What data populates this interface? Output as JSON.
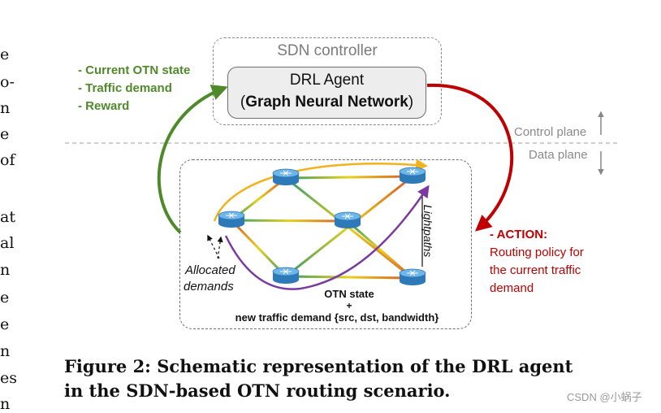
{
  "body_text_fragments": [
    "e",
    "o-",
    "n",
    "e",
    "of",
    "at",
    "al",
    "n",
    "e",
    "e",
    "n",
    "es",
    "n"
  ],
  "figure": {
    "controller_title": "SDN controller",
    "agent_line1": "DRL Agent",
    "agent_open_paren": "(",
    "agent_line2_bold": "Graph Neural Network",
    "agent_close_paren": ")",
    "inputs": [
      "- Current OTN state",
      "- Traffic demand",
      "- Reward"
    ],
    "control_plane": "Control plane",
    "data_plane": "Data plane",
    "action_title": "- ACTION:",
    "action_lines": [
      "Routing policy for",
      "the current traffic",
      "demand"
    ],
    "lightpaths": "Lightpaths",
    "allocated_line1": "Allocated",
    "allocated_line2": "demands",
    "otn_state": "OTN state",
    "plus": "+",
    "new_demand": "new traffic demand {src, dst, bandwidth}",
    "colors": {
      "green": "#4f8a2a",
      "red": "#c00000",
      "orange": "#f2b21b",
      "purple": "#7a3aa0",
      "router": "#3b8fd0"
    }
  },
  "caption": {
    "line1": "Figure 2: Schematic representation of the DRL agent",
    "line2": "in the SDN-based OTN routing scenario."
  },
  "watermark": "CSDN @小蜗子"
}
